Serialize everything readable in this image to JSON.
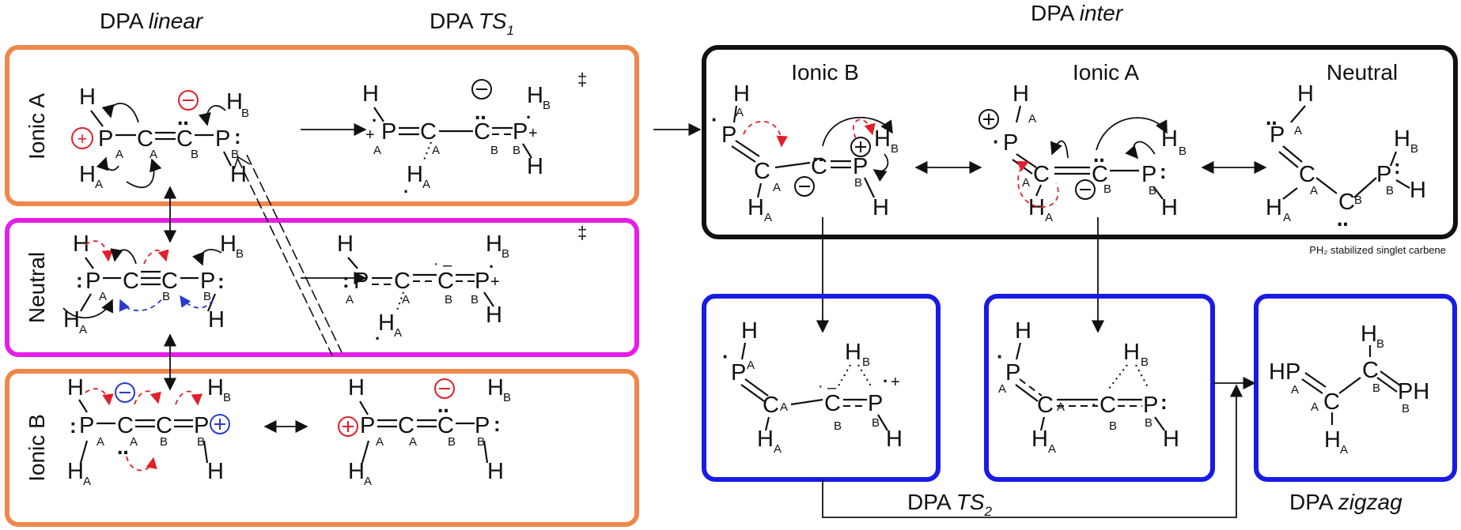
{
  "headers": {
    "linear_prefix": "DPA",
    "linear_em": "linear",
    "ts1_prefix": "DPA",
    "ts1_em": "TS",
    "inter_prefix": "DPA",
    "inter_em": "inter",
    "ts2_prefix": "DPA",
    "ts2_em": "TS",
    "zigzag_prefix": "DPA",
    "zigzag_em": "zigzag",
    "ts1_sub": "1",
    "ts2_sub": "2"
  },
  "rows": {
    "ionic_a": "Ionic A",
    "neutral": "Neutral",
    "ionic_b": "Ionic B"
  },
  "inter_labels": {
    "ionic_b": "Ionic B",
    "ionic_a": "Ionic A",
    "neutral": "Neutral"
  },
  "note": "PH₂ stabilized singlet carbene",
  "ts_mark": "‡",
  "colors": {
    "orange": "#f0874a",
    "magenta": "#e61ee6",
    "blue": "#1a1ae6",
    "black": "#111111",
    "red": "#e0202a"
  }
}
